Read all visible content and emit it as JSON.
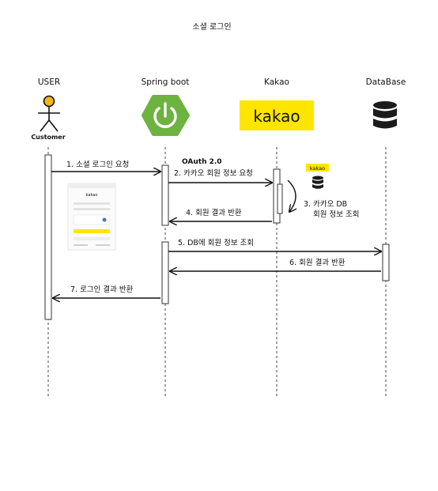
{
  "title": "소셜 로그인",
  "participants": {
    "user": {
      "label": "USER",
      "icon_caption": "Customer",
      "icon": "user-icon"
    },
    "spring": {
      "label": "Spring boot",
      "icon": "power-icon",
      "color": "#6db33f"
    },
    "kakao": {
      "label": "Kakao",
      "logo_text": "kakao",
      "color": "#fee500"
    },
    "db": {
      "label": "DataBase",
      "icon": "database-icon"
    }
  },
  "oauth_label": "OAuth 2.0",
  "oauth_color": "#2e8b2e",
  "kakao_badge": "kakao",
  "messages": {
    "m1": "1. 소셜 로그인 요청",
    "m2": "2. 카카오 회원 정보 요청",
    "m3a": "3. 카카오 DB",
    "m3b": "회원 정보 조회",
    "m4": "4. 회원 결과 반환",
    "m5": "5. DB에 회원 정보 조회",
    "m6": "6. 회원 결과 반환",
    "m7": "7. 로그인 결과 반환"
  },
  "kakao_login_thumbnail": {
    "logo_text": "kakao",
    "button_color": "#fee500"
  }
}
